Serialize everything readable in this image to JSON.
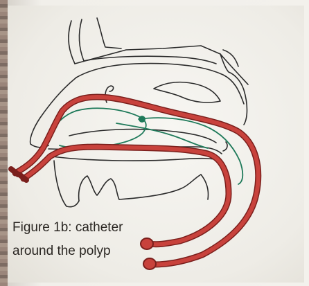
{
  "caption": {
    "line1": "Figure 1b:  catheter",
    "line2": "around the polyp"
  },
  "colors": {
    "paper": "#f3f1ec",
    "ink": "#2b2b2b",
    "catheter": "#c8423c",
    "catheter_edge": "#7a1f1c",
    "polyp_line": "#1f7a5a"
  },
  "icons": {
    "catheter": "red-catheter-tube",
    "polyp": "green-polyp-outline"
  }
}
